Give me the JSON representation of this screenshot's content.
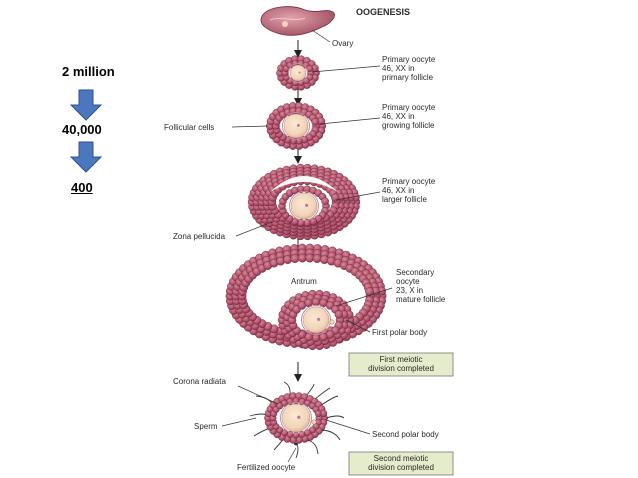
{
  "counts": {
    "first": "2 million",
    "second": "40,000",
    "third": "400"
  },
  "colors": {
    "arrow_blue": "#4a77be",
    "cell_fill": "#b4566f",
    "cell_dark": "#7a2c44",
    "cell_light": "#d68a9c",
    "oocyte_fill": "#f1d4b8",
    "oocyte_ring": "#c48aa0",
    "note_box": "#e5eccb"
  },
  "diagram": {
    "title": "OOGENESIS",
    "ovary_label": "Ovary",
    "stage1": [
      "Primary oocyte",
      "46, XX in",
      "primary follicle"
    ],
    "follicular_cells_label": "Follicular cells",
    "stage2": [
      "Primary oocyte",
      "46, XX in",
      "growing follicle"
    ],
    "stage3": [
      "Primary oocyte",
      "46, XX in",
      "larger follicle"
    ],
    "zona_pellucida_label": "Zona pellucida",
    "antrum_label": "Antrum",
    "stage4": [
      "Secondary",
      "oocyte",
      "23, X in",
      "mature follicle"
    ],
    "first_polar_body_label": "First polar body",
    "note1": [
      "First meiotic",
      "division completed"
    ],
    "corona_radiata_label": "Corona radiata",
    "sperm_label": "Sperm",
    "second_polar_body_label": "Second polar body",
    "fertilized_oocyte_label": "Fertilized oocyte",
    "note2": [
      "Second meiotic",
      "division completed"
    ]
  }
}
